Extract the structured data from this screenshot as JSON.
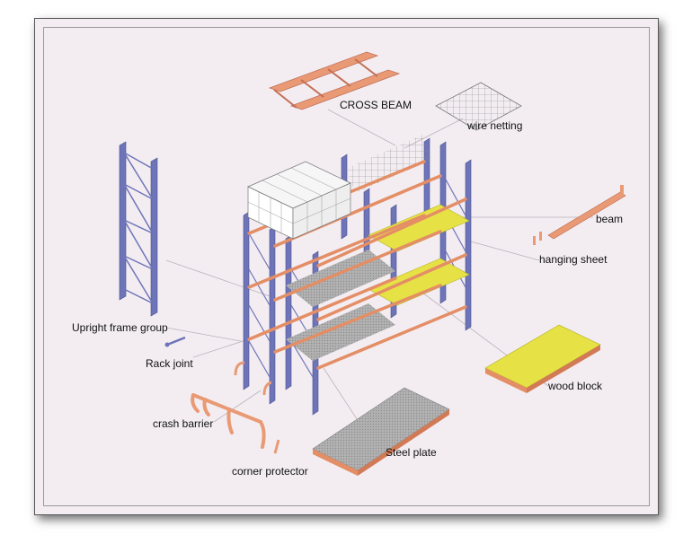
{
  "labels": {
    "cross_beam": "CROSS BEAM",
    "wire_netting": "wire netting",
    "beam": "beam",
    "hanging_sheet": "hanging sheet",
    "upright_frame_group": "Upright frame group",
    "rack_joint": "Rack joint",
    "wood_block": "wood block",
    "crash_barrier": "crash barrier",
    "steel_plate": "Steel plate",
    "corner_protector": "corner protector"
  },
  "colors": {
    "upright": "#6e74b8",
    "beam": "#e48e66",
    "wood_block": "#e6e245",
    "steel_plate": "#a7a7a7",
    "background": "#f3edf2"
  }
}
